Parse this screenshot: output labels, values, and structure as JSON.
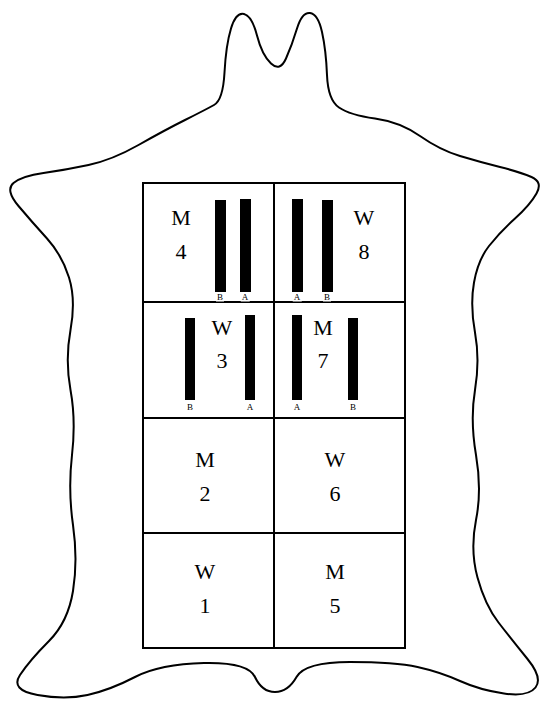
{
  "diagram": {
    "nodes": [
      {
        "text": [
          "M",
          "4",
          "B",
          "A"
        ]
      },
      {
        "text": [
          "W",
          "8",
          "A",
          "B"
        ]
      },
      {
        "text": [
          "W",
          "3",
          "B",
          "A"
        ]
      },
      {
        "text": [
          "M",
          "7",
          "A",
          "B"
        ]
      },
      {
        "text": [
          "M",
          "2"
        ]
      },
      {
        "text": [
          "W",
          "6"
        ]
      },
      {
        "text": [
          "W",
          "1"
        ]
      },
      {
        "text": [
          "M",
          "5"
        ]
      }
    ]
  }
}
